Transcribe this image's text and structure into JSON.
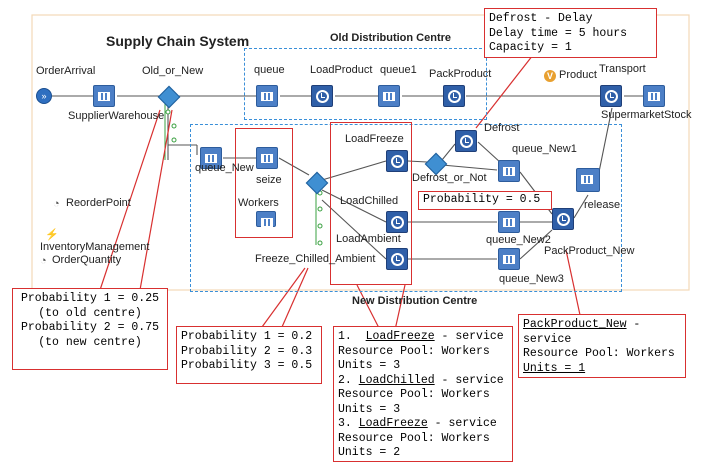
{
  "diagram": {
    "title": "Supply Chain System",
    "old_centre_label": "Old Distribution Centre",
    "new_centre_label": "New Distribution Centre",
    "nodes": {
      "order_arrival": "OrderArrival",
      "supplier_warehouse": "SupplierWarehouse",
      "old_or_new": "Old_or_New",
      "queue": "queue",
      "load_product": "LoadProduct",
      "queue1": "queue1",
      "pack_product": "PackProduct",
      "product": "Product",
      "transport": "Transport",
      "supermarket_stock": "SupermarketStock",
      "queue_new": "queue_New",
      "seize": "seize",
      "workers": "Workers",
      "freeze_chilled_ambient": "Freeze_Chilled_Ambient",
      "load_freeze": "LoadFreeze",
      "load_chilled": "LoadChilled",
      "load_ambient": "LoadAmbient",
      "defrost_or_not": "Defrost_or_Not",
      "defrost": "Defrost",
      "queue_new1": "queue_New1",
      "queue_new2": "queue_New2",
      "queue_new3": "queue_New3",
      "pack_product_new": "PackProduct_New",
      "release": "release",
      "reorder_point": "ReorderPoint",
      "inventory_management": "InventoryManagement",
      "order_quantity": "OrderQuantity"
    },
    "notes": {
      "defrost": [
        "Defrost - Delay",
        "Delay time = 5 hours",
        "Capacity = 1"
      ],
      "probability_defrost": "Probability = 0.5",
      "old_new": [
        "Probability 1 = 0.25",
        "(to old centre)",
        "Probability 2 = 0.75",
        "(to new centre)"
      ],
      "fca": [
        "Probability 1 = 0.2",
        "Probability 2 = 0.3",
        "Probability 3 = 0.5"
      ],
      "loads": {
        "l1_num": "1.",
        "l1_name": "LoadFreeze",
        "l1_rest": " - service",
        "l1_pool": "Resource Pool: Workers",
        "l1_units": "Units = 3",
        "l2_num": "2.",
        "l2_name": "LoadChilled",
        "l2_rest": " - service",
        "l2_pool": "Resource Pool: Workers",
        "l2_units": "Units = 3",
        "l3_num": "3.",
        "l3_name": "LoadFreeze",
        "l3_rest": " - service",
        "l3_pool": "Resource Pool: Workers",
        "l3_units": "Units = 2"
      },
      "pack_new": {
        "name": "PackProduct_New",
        "rest": " -",
        "l2": "service",
        "l3": "Resource Pool: Workers",
        "l4_pre": "Units = 1"
      }
    }
  }
}
